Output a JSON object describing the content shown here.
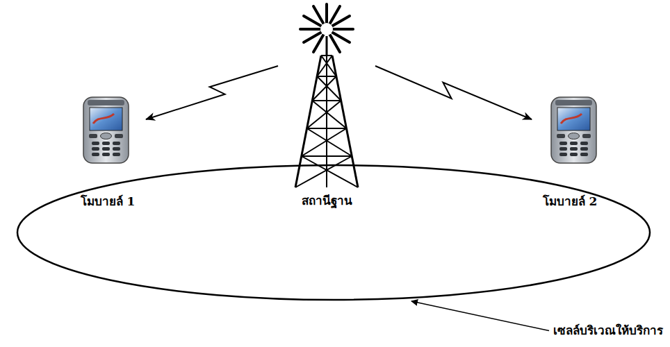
{
  "diagram": {
    "nodes": [
      {
        "text": [
          "โมบายล์ 1"
        ]
      },
      {
        "text": [
          "สถานีฐาน"
        ]
      },
      {
        "text": [
          "โมบายล์ 2"
        ]
      }
    ],
    "edges": [
      {
        "from": 1,
        "to": 0,
        "arrow": "to"
      },
      {
        "from": 1,
        "to": 2,
        "arrow": "to"
      }
    ],
    "labels": [
      "เซลล์บริเวณให้บริการ"
    ]
  }
}
